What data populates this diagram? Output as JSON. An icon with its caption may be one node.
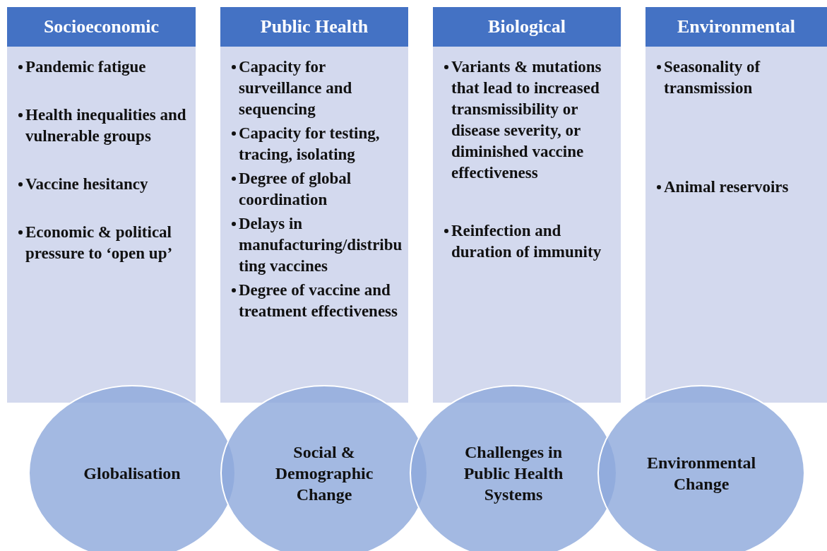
{
  "diagram": {
    "nodes": [
      {
        "text": [
          "Socioeconomic",
          "Pandemic fatigue",
          "Health inequalities and vulnerable groups",
          "Vaccine hesitancy",
          "Economic & political pressure to ‘open up’"
        ]
      },
      {
        "text": [
          "Public Health",
          "Capacity for surveillance and sequencing",
          "Capacity for testing, tracing, isolating",
          "Degree of global coordination",
          "Delays in manufacturing/distributing vaccines",
          "Degree of vaccine and treatment effectiveness"
        ]
      },
      {
        "text": [
          "Biological",
          "Variants & mutations that lead to increased transmissibility or disease severity, or diminished vaccine effectiveness",
          "Reinfection and duration of immunity"
        ]
      },
      {
        "text": [
          "Environmental",
          "Seasonality of transmission",
          "Animal reservoirs"
        ]
      },
      {
        "text": [
          "Globalisation"
        ]
      },
      {
        "text": [
          "Social & Demographic Change"
        ]
      },
      {
        "text": [
          "Challenges in Public Health Systems"
        ]
      },
      {
        "text": [
          "Environmental Change"
        ]
      }
    ],
    "edges": []
  }
}
